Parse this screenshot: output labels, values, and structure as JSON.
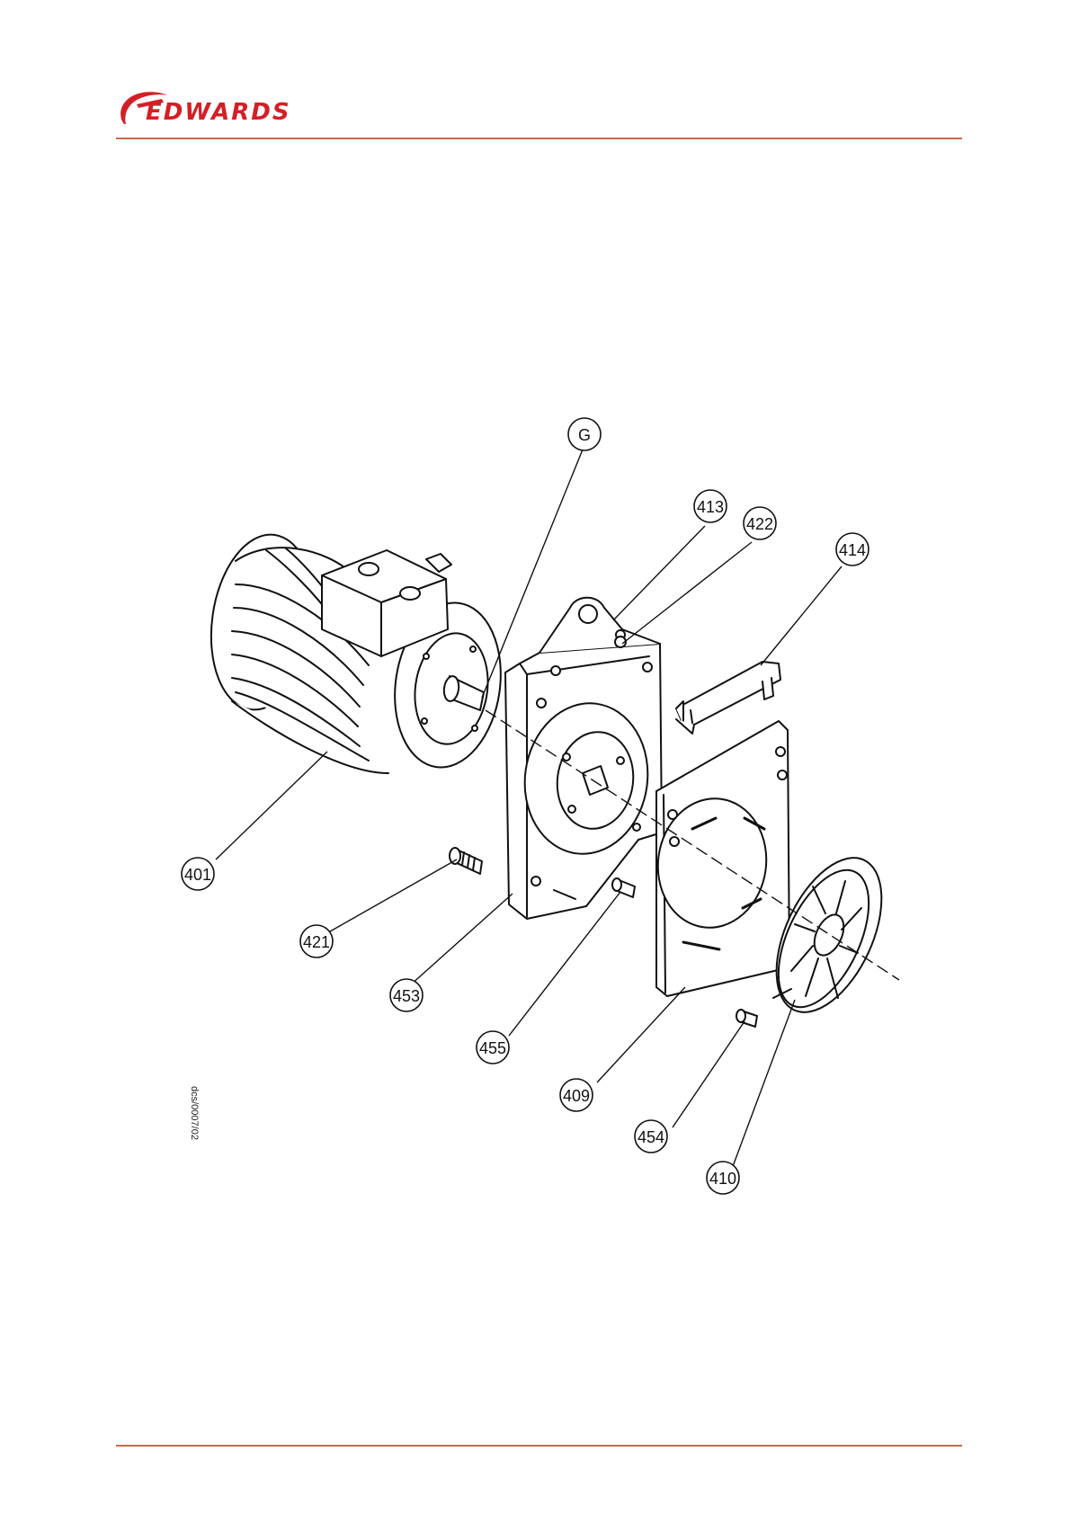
{
  "header": {
    "brand": "EDWARDS",
    "brand_color": "#d31f26",
    "rule_color": "#c96a4f"
  },
  "figure": {
    "drawing_code": "dcs/0007/02",
    "callouts": {
      "g": "G",
      "c413": "413",
      "c422": "422",
      "c414": "414",
      "c401": "401",
      "c421": "421",
      "c453": "453",
      "c455": "455",
      "c409": "409",
      "c454": "454",
      "c410": "410"
    }
  }
}
